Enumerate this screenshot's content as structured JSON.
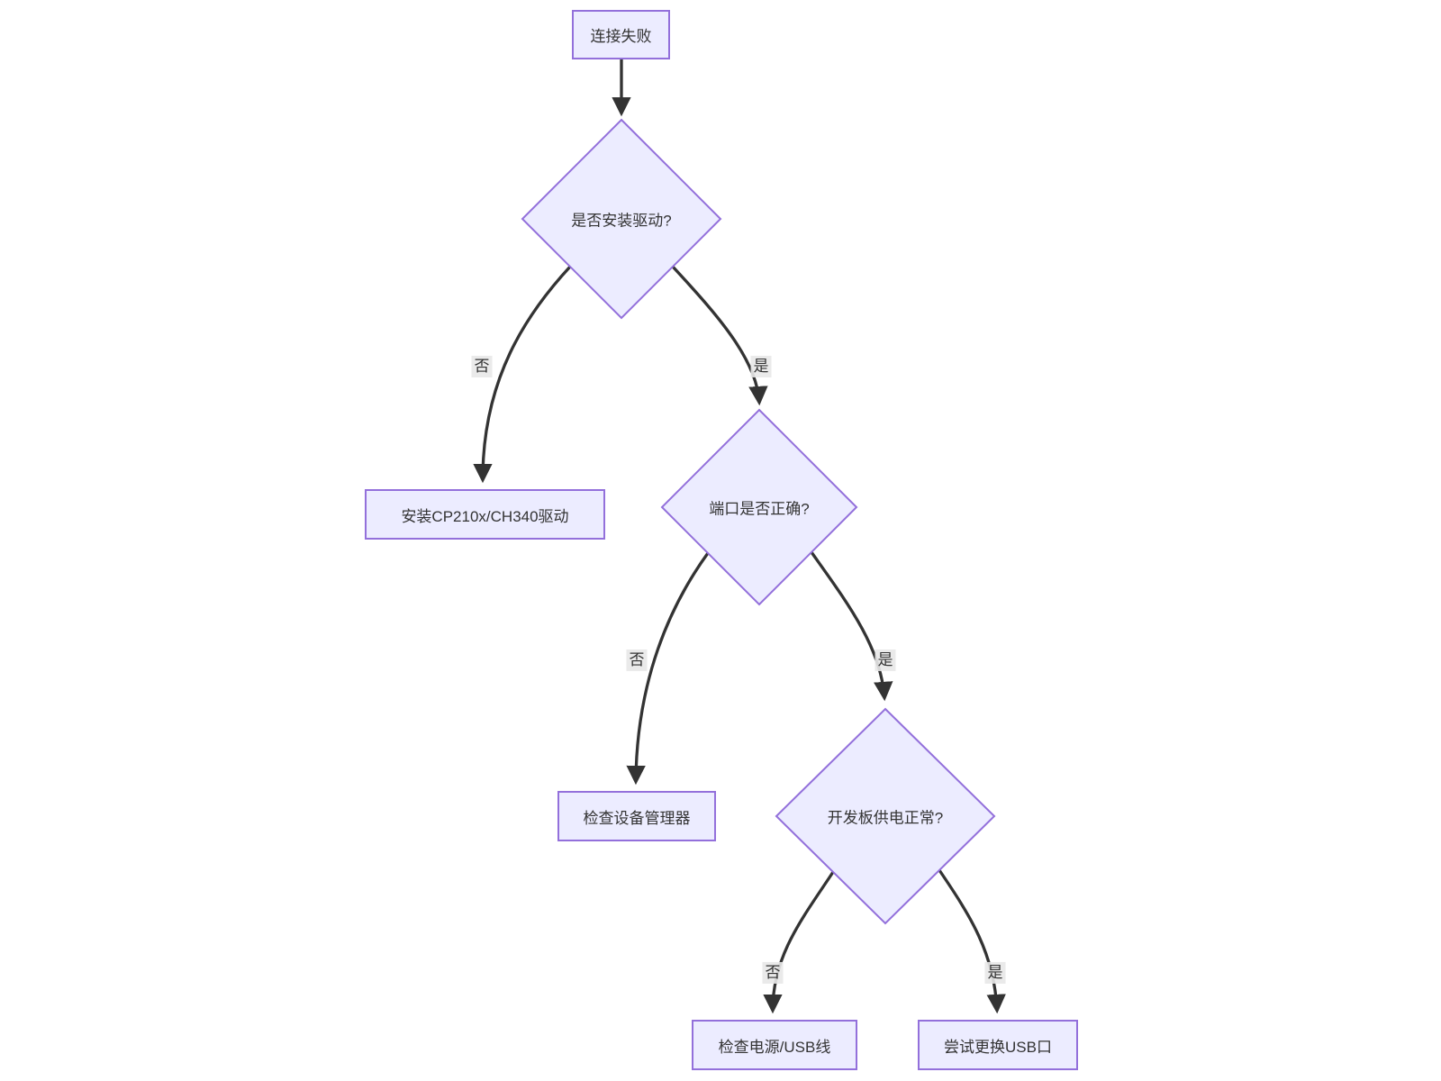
{
  "diagram": {
    "type": "flowchart",
    "direction": "top-down",
    "colors": {
      "background": "#ffffff",
      "node_fill": "#ECECFF",
      "node_border": "#9370DB",
      "edge_stroke": "#333333",
      "text": "#333333",
      "edge_label_bg": "#e8e8e8"
    },
    "nodes": [
      {
        "id": "A",
        "shape": "rect",
        "label": "连接失败"
      },
      {
        "id": "B",
        "shape": "diamond",
        "label": "是否安装驱动?"
      },
      {
        "id": "C",
        "shape": "rect",
        "label": "安装CP210x/CH340驱动"
      },
      {
        "id": "D",
        "shape": "diamond",
        "label": "端口是否正确?"
      },
      {
        "id": "E",
        "shape": "rect",
        "label": "检查设备管理器"
      },
      {
        "id": "F",
        "shape": "diamond",
        "label": "开发板供电正常?"
      },
      {
        "id": "G",
        "shape": "rect",
        "label": "检查电源/USB线"
      },
      {
        "id": "H",
        "shape": "rect",
        "label": "尝试更换USB口"
      }
    ],
    "edges": [
      {
        "from": "A",
        "to": "B",
        "label": ""
      },
      {
        "from": "B",
        "to": "C",
        "label": "否"
      },
      {
        "from": "B",
        "to": "D",
        "label": "是"
      },
      {
        "from": "D",
        "to": "E",
        "label": "否"
      },
      {
        "from": "D",
        "to": "F",
        "label": "是"
      },
      {
        "from": "F",
        "to": "G",
        "label": "否"
      },
      {
        "from": "F",
        "to": "H",
        "label": "是"
      }
    ]
  }
}
